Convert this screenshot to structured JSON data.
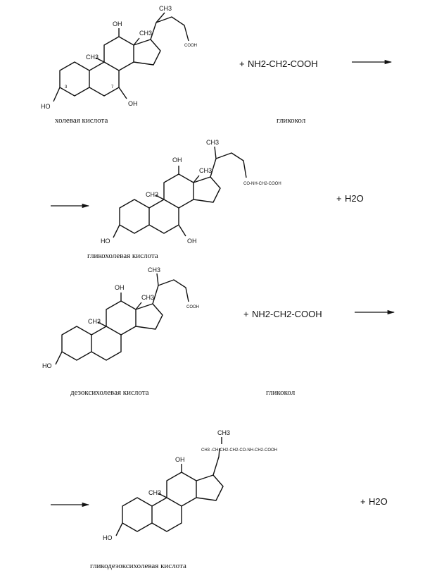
{
  "reactions": [
    {
      "substrate": {
        "name": "холевая кислота",
        "oh_c12": "OH",
        "oh_c3": "HO",
        "oh_c7": "OH",
        "ch3_19": "CH3",
        "ch3_18": "CH3",
        "ch3_21": "CH3",
        "cooh": "COOH",
        "pos3": "3",
        "pos7": "7"
      },
      "reagent": {
        "plus": "+",
        "formula": "NH2-CH2-COOH",
        "name": "гликокол"
      },
      "product": {
        "name": "гликохолевая кислота",
        "oh_c12": "OH",
        "oh_c3": "HO",
        "oh_c7": "OH",
        "ch3_19": "CH3",
        "ch3_18": "CH3",
        "ch3_21": "CH3",
        "side": "CO-NH-CH2-COOH"
      },
      "byproduct": {
        "plus": "+",
        "formula": "H2O"
      }
    },
    {
      "substrate": {
        "name": "дезоксихолевая кислота",
        "oh_c12": "OH",
        "oh_c3": "HO",
        "ch3_19": "CH3",
        "ch3_18": "CH3",
        "ch3_21": "CH3",
        "cooh": "COOH"
      },
      "reagent": {
        "plus": "+",
        "formula": "NH2-CH2-COOH",
        "name": "гликокол"
      },
      "product": {
        "name": "гликодезоксихолевая кислота",
        "oh_c12": "OH",
        "oh_c3": "HO",
        "ch3_19": "CH3",
        "ch3_21": "CH3",
        "side": "CH3 -CH-CH2-CH2-CO-NH-CH2-COOH"
      },
      "byproduct": {
        "plus": "+",
        "formula": "H2O"
      }
    }
  ]
}
